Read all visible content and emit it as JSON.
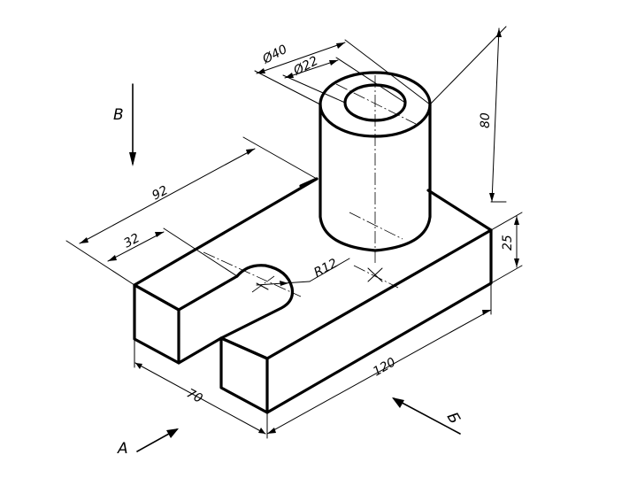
{
  "dimensions": {
    "outer_diameter": "Ø40",
    "inner_diameter": "Ø22",
    "height_total": "80",
    "base_height": "25",
    "length": "120",
    "width": "70",
    "depth": "92",
    "slot_width": "32",
    "radius": "R12"
  },
  "views": {
    "a": "A",
    "b": "Б",
    "v": "В"
  }
}
